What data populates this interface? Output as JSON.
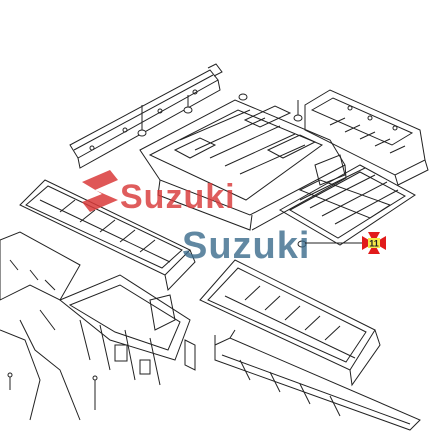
{
  "watermark": {
    "brand_top": "Suzuki",
    "brand_bottom": "Suzuki",
    "top_color": "#d93a3a",
    "bottom_color": "#3a6b8c"
  },
  "callout": {
    "label": "11",
    "marker_color": "#e11b1b",
    "label_bg": "#f7e84a"
  }
}
